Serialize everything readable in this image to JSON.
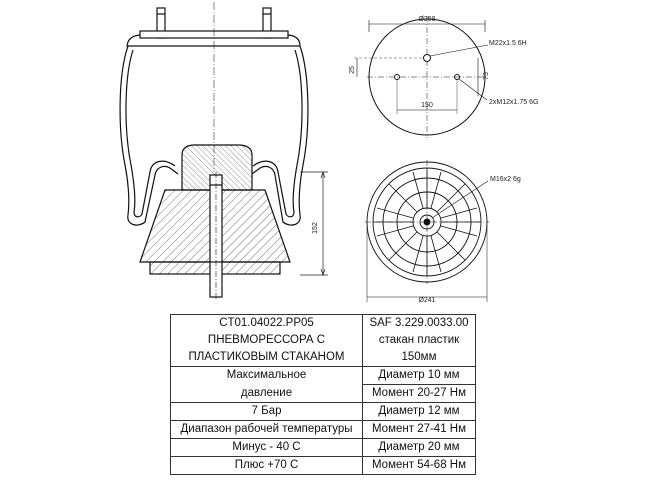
{
  "dimensions": {
    "height_152": "152",
    "top_diameter": "Ø258",
    "bottom_diameter": "Ø241",
    "dim_25": "25",
    "dim_73": "73",
    "dim_150": "150",
    "thread_top": "M22x1.5 6H",
    "thread_holes": "2xM12x1.75 6G",
    "thread_bottom": "M16x2 6g"
  },
  "table": {
    "r1": {
      "left": "CT01.04022.PP05",
      "right": "SAF 3.229.0033.00"
    },
    "r2": {
      "left": "ПНЕВМОРЕССОРА С",
      "right": "стакан пластик"
    },
    "r3": {
      "left": "ПЛАСТИКОВЫМ СТАКАНОМ",
      "right": "150мм"
    },
    "r4": {
      "left": "Максимальное",
      "right": "Диаметр 10 мм"
    },
    "r5": {
      "left": "давление",
      "right": "Момент 20-27 Нм"
    },
    "r6": {
      "left": "7 Бар",
      "right": "Диаметр 12 мм"
    },
    "r7": {
      "left": "Диапазон рабочей температуры",
      "right": "Момент 27-41 Нм"
    },
    "r8": {
      "left": "Минус - 40 С",
      "right": "Диаметр 20 мм"
    },
    "r9": {
      "left": "Плюс +70 С",
      "right": "Момент 54-68 Нм"
    }
  }
}
